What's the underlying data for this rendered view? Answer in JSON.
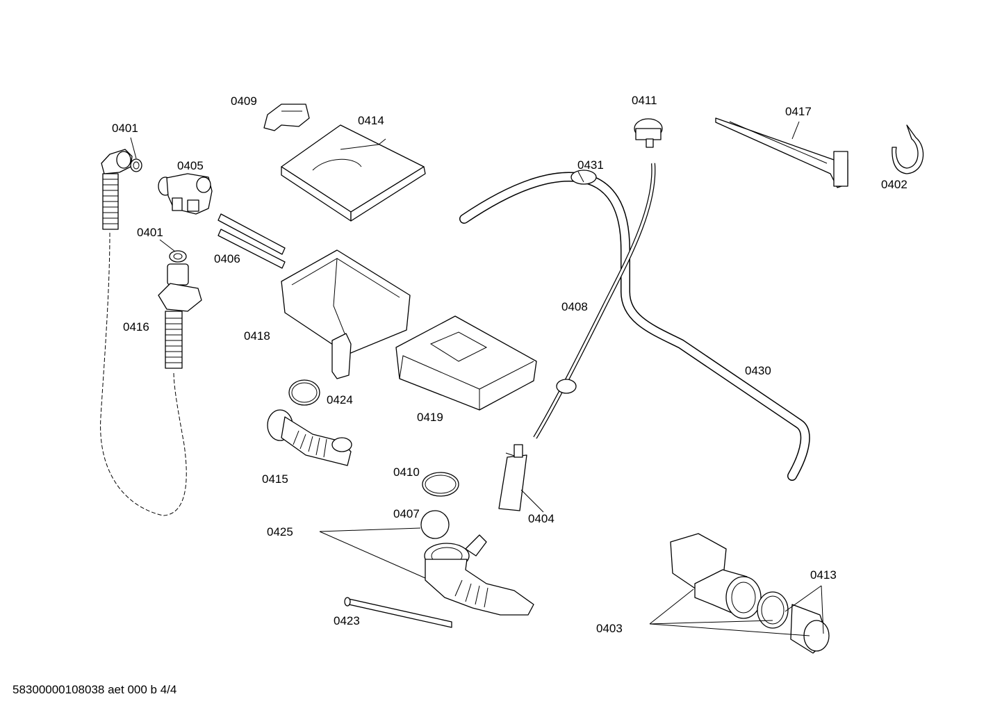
{
  "diagram": {
    "labels": [
      {
        "id": "0401a",
        "text": "0401"
      },
      {
        "id": "0401b",
        "text": "0401"
      },
      {
        "id": "0402",
        "text": "0402"
      },
      {
        "id": "0403",
        "text": "0403"
      },
      {
        "id": "0404",
        "text": "0404"
      },
      {
        "id": "0405",
        "text": "0405"
      },
      {
        "id": "0406",
        "text": "0406"
      },
      {
        "id": "0407",
        "text": "0407"
      },
      {
        "id": "0408",
        "text": "0408"
      },
      {
        "id": "0409",
        "text": "0409"
      },
      {
        "id": "0410",
        "text": "0410"
      },
      {
        "id": "0411",
        "text": "0411"
      },
      {
        "id": "0413",
        "text": "0413"
      },
      {
        "id": "0414",
        "text": "0414"
      },
      {
        "id": "0415",
        "text": "0415"
      },
      {
        "id": "0416",
        "text": "0416"
      },
      {
        "id": "0417",
        "text": "0417"
      },
      {
        "id": "0418",
        "text": "0418"
      },
      {
        "id": "0419",
        "text": "0419"
      },
      {
        "id": "0423",
        "text": "0423"
      },
      {
        "id": "0424",
        "text": "0424"
      },
      {
        "id": "0425",
        "text": "0425"
      },
      {
        "id": "0430",
        "text": "0430"
      },
      {
        "id": "0431",
        "text": "0431"
      }
    ],
    "footer": "58300000108038 aet 000 b 4/4"
  }
}
